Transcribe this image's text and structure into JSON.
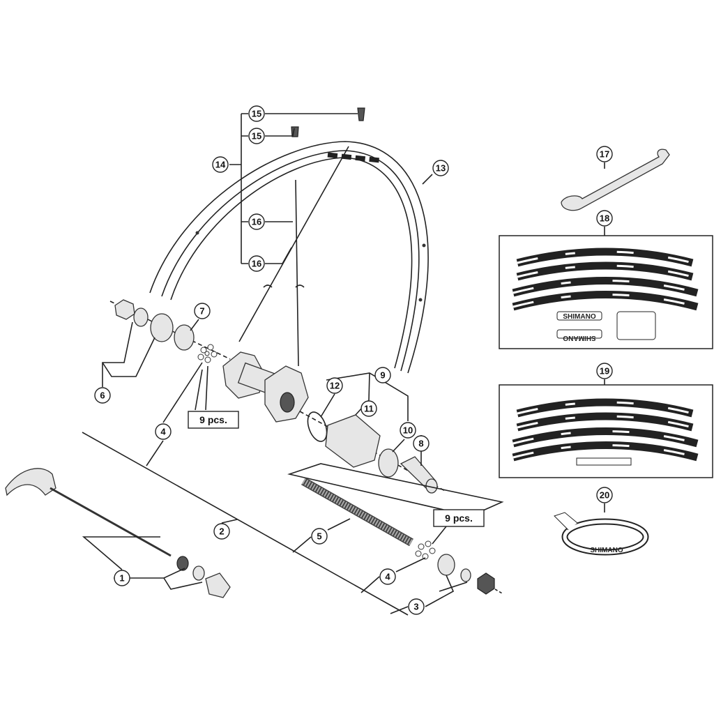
{
  "diagram": {
    "callouts": [
      "1",
      "2",
      "3",
      "4",
      "4",
      "5",
      "6",
      "7",
      "8",
      "9",
      "10",
      "11",
      "12",
      "13",
      "14",
      "15",
      "15",
      "16",
      "16",
      "17",
      "18",
      "19",
      "20"
    ],
    "quantity_notes": [
      "9 pcs.",
      "9 pcs."
    ],
    "decal_text": {
      "logo": "SHIMANO",
      "logo_mirrored": "SHIMANO",
      "rim_tape": "SHIMANO"
    }
  }
}
